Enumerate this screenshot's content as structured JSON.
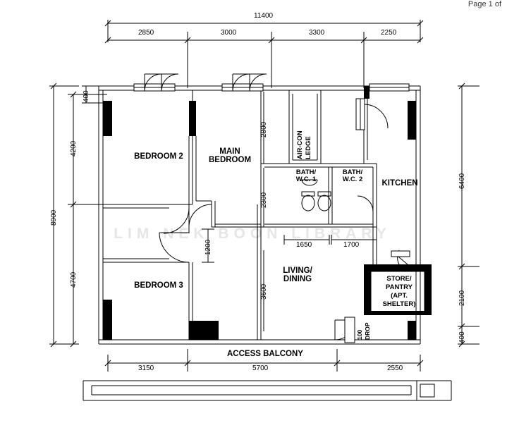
{
  "page": {
    "header": "Page 1 of",
    "watermark": "LIM NEK BOON LIBRARY"
  },
  "floorplan": {
    "title": "HDB 4-room flat floor plan",
    "rooms": [
      {
        "name": "BEDROOM 2",
        "label": "BEDROOM 2"
      },
      {
        "name": "MAIN BEDROOM",
        "label": "MAIN\nBEDROOM"
      },
      {
        "name": "BEDROOM 3",
        "label": "BEDROOM 3"
      },
      {
        "name": "KITCHEN",
        "label": "KITCHEN"
      },
      {
        "name": "BATH/W.C. 1",
        "label": "BATH/\nW.C. 1"
      },
      {
        "name": "BATH/W.C. 2",
        "label": "BATH/\nW.C. 2"
      },
      {
        "name": "LIVING/DINING",
        "label": "LIVING/\nDINING"
      },
      {
        "name": "STORE/PANTRY",
        "label": "STORE/\nPANTRY\n(APT.\nSHELTER)"
      },
      {
        "name": "AIR-CON LEDGE",
        "label": "AIR-CON\nLEDGE"
      },
      {
        "name": "ACCESS BALCONY",
        "label": "ACCESS BALCONY"
      },
      {
        "name": "100 DROP",
        "label": "100\nDROP"
      }
    ],
    "dimensions": {
      "top_overall": "11400",
      "top_segments": [
        "2850",
        "3000",
        "3300",
        "2250"
      ],
      "bottom_segments": [
        "3150",
        "5700",
        "2550"
      ],
      "left_overall": "8900",
      "left_segments": [
        "4200",
        "4700"
      ],
      "left_small": "400",
      "right_segments": [
        "6400",
        "2100",
        "400"
      ],
      "interior": {
        "aircon_ledge_depth": "2800",
        "bath_depth": "2300",
        "bath1_width": "1650",
        "bath2_width": "1700",
        "living_depth": "3600",
        "bedroom3_door": "1200"
      }
    }
  }
}
